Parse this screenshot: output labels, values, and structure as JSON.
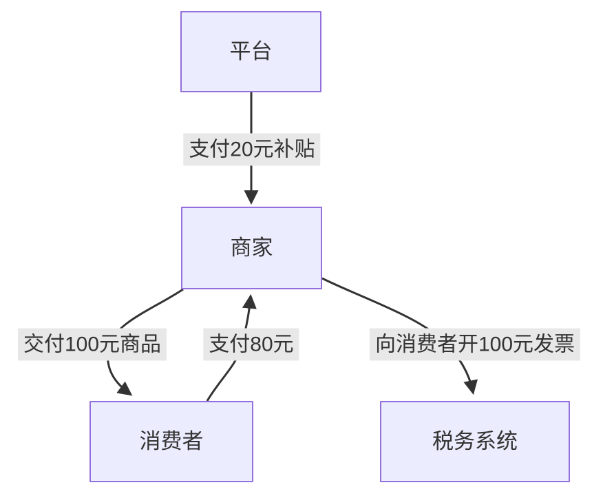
{
  "diagram": {
    "type": "flowchart",
    "direction": "top-down",
    "nodes": {
      "platform": {
        "label": "平台"
      },
      "merchant": {
        "label": "商家"
      },
      "consumer": {
        "label": "消费者"
      },
      "tax_system": {
        "label": "税务系统"
      }
    },
    "edges": {
      "platform_to_merchant": {
        "from": "平台",
        "to": "商家",
        "label": "支付20元补贴"
      },
      "merchant_to_consumer": {
        "from": "商家",
        "to": "消费者",
        "label": "交付100元商品"
      },
      "consumer_to_merchant": {
        "from": "消费者",
        "to": "商家",
        "label": "支付80元"
      },
      "merchant_to_tax": {
        "from": "商家",
        "to": "税务系统",
        "label": "向消费者开100元发票"
      }
    },
    "colors": {
      "node_fill": "#ECECFF",
      "node_border": "#9370DB",
      "edge_line": "#333333",
      "edge_label_bg": "#e8e8e8",
      "text": "#333333",
      "background": "#ffffff"
    }
  }
}
